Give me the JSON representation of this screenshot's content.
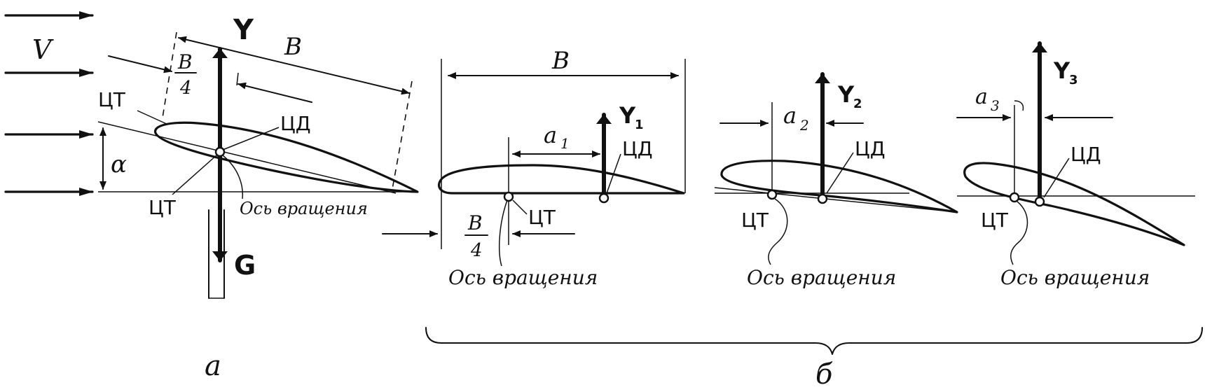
{
  "labels": {
    "velocity": "V",
    "lift": "Y",
    "weight": "G",
    "chord": "B",
    "quarter_num": "B",
    "quarter_den": "4",
    "center_of_gravity": "ЦТ",
    "center_of_pressure": "ЦД",
    "angle": "α",
    "rotation_axis": "Ось вращения",
    "lift_1": "Y",
    "lift_1_sub": "1",
    "lift_2": "Y",
    "lift_2_sub": "2",
    "lift_3": "Y",
    "lift_3_sub": "3",
    "arm_1": "a",
    "arm_1_sub": "1",
    "arm_2": "a",
    "arm_2_sub": "2",
    "arm_3": "a",
    "arm_3_sub": "3",
    "panel_a": "а",
    "panel_b": "б"
  }
}
